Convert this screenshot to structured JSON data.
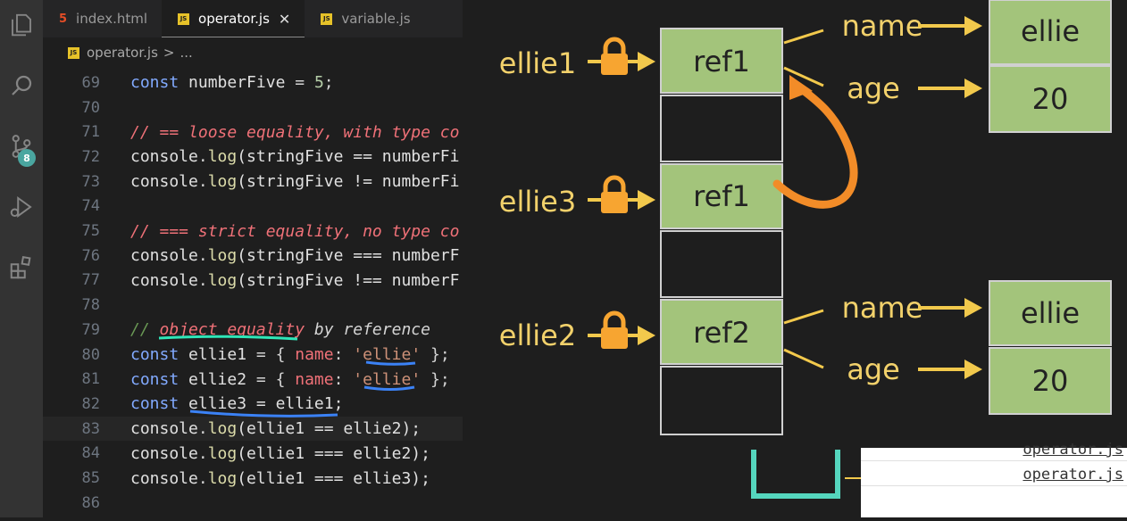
{
  "tabs": [
    {
      "label": "index.html",
      "icon": "html5-icon",
      "active": false
    },
    {
      "label": "operator.js",
      "icon": "js-file-icon",
      "active": true,
      "close": "✕"
    },
    {
      "label": "variable.js",
      "icon": "js-file-icon",
      "active": false
    }
  ],
  "breadcrumb": {
    "file": "operator.js",
    "separator": ">",
    "more": "..."
  },
  "activity": {
    "scm_badge": "8"
  },
  "lines": [
    {
      "n": "69"
    },
    {
      "n": "70"
    },
    {
      "n": "71"
    },
    {
      "n": "72"
    },
    {
      "n": "73"
    },
    {
      "n": "74"
    },
    {
      "n": "75"
    },
    {
      "n": "76"
    },
    {
      "n": "77"
    },
    {
      "n": "78"
    },
    {
      "n": "79"
    },
    {
      "n": "80"
    },
    {
      "n": "81"
    },
    {
      "n": "82"
    },
    {
      "n": "83"
    },
    {
      "n": "84"
    },
    {
      "n": "85"
    },
    {
      "n": "86"
    }
  ],
  "code": {
    "l69": [
      "const",
      "numberFive",
      "=",
      "5",
      ";"
    ],
    "l71": "// == loose equality, with type co",
    "l72": [
      "console",
      ".",
      "log",
      "(stringFive == numberFi"
    ],
    "l73": [
      "console",
      ".",
      "log",
      "(stringFive != numberFi"
    ],
    "l75": "// === strict equality, no type co",
    "l76": [
      "console",
      ".",
      "log",
      "(stringFive === numberF"
    ],
    "l77": [
      "console",
      ".",
      "log",
      "(stringFive !== numberF"
    ],
    "l79": {
      "slashes": "// ",
      "emph": "object equality",
      "rest": " by reference"
    },
    "l80": {
      "kw": "const",
      "name": "ellie1",
      "eq": " = { ",
      "prop": "name",
      "colon": ": ",
      "str": "'ellie'",
      "end": " };"
    },
    "l81": {
      "kw": "const",
      "name": "ellie2",
      "eq": " = { ",
      "prop": "name",
      "colon": ": ",
      "str": "'ellie'",
      "end": " };"
    },
    "l82": {
      "kw": "const",
      "rest": "ellie3 = ellie1;"
    },
    "l83": [
      "console",
      ".",
      "log",
      "(ellie1 == ellie2);"
    ],
    "l84": [
      "console",
      ".",
      "log",
      "(ellie1 === ellie2);"
    ],
    "l85": [
      "console",
      ".",
      "log",
      "(ellie1 === ellie3);"
    ]
  },
  "diagram": {
    "vars": [
      "ellie1",
      "ellie3",
      "ellie2"
    ],
    "refs": [
      "ref1",
      "ref1",
      "ref2"
    ],
    "props": [
      "name",
      "age",
      "name",
      "age"
    ],
    "values": [
      "ellie",
      "20",
      "ellie",
      "20"
    ],
    "colors": {
      "box_fill": "#a3c47b",
      "box_stroke": "#d0d0d0",
      "arrow": "#f2c94c",
      "lock": "#f7a531",
      "curve": "#f28c28",
      "bracket": "#55d6be"
    }
  },
  "console": {
    "links": [
      "operator.js",
      "operator.js"
    ]
  }
}
